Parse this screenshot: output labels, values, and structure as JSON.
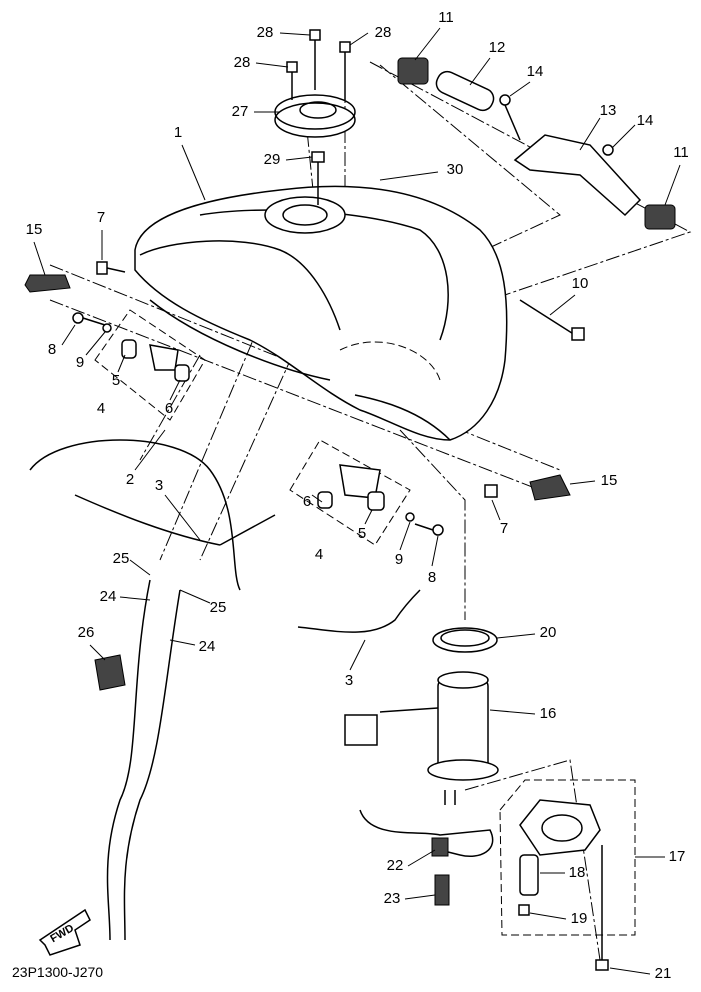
{
  "diagram_code": "23P1300-J270",
  "fwd_label": "FWD",
  "labels": [
    "28",
    "28",
    "28",
    "27",
    "1",
    "29",
    "30",
    "11",
    "12",
    "14",
    "13",
    "14",
    "11",
    "7",
    "15",
    "10",
    "8",
    "9",
    "5",
    "6",
    "4",
    "2",
    "3",
    "15",
    "7",
    "6",
    "5",
    "4",
    "9",
    "8",
    "25",
    "25",
    "24",
    "24",
    "26",
    "20",
    "3",
    "16",
    "17",
    "18",
    "22",
    "23",
    "19",
    "21"
  ]
}
